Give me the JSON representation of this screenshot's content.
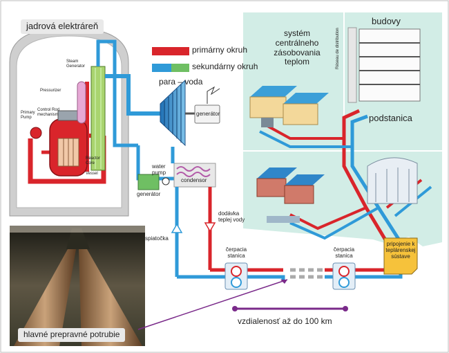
{
  "header_label": "jadrová elektráreň",
  "legend": {
    "primary": {
      "label": "primárny okruh",
      "color": "#d9252b"
    },
    "secondary": {
      "label": "sekundárny okruh",
      "color": "#2f9ad8"
    },
    "steam_water": "para – voda"
  },
  "reactor_labels": {
    "steam_generator": "Steam Generator",
    "pressurizer": "Pressurizer",
    "primary_pump": "Primary Pump",
    "control_rod": "Control Rod mechanism",
    "reactor_core": "Reactor Core",
    "vessel": "Vessel"
  },
  "plant_labels": {
    "generator_top": "generátor",
    "generator_left": "generátor",
    "water_pump": "water pump",
    "condensor": "condensor",
    "return_line": "spiatočka",
    "hot_water_supply": "dodávka teplej vody"
  },
  "district": {
    "system_title": "systém centrálneho zásobovania teplom",
    "buildings": "budovy",
    "substation": "podstanica",
    "reseau_distribution": "Réseau de distribution",
    "heat_connection": "pripojenie k teplárenskej sústave"
  },
  "pumping": {
    "station_left": "čerpacia stanica",
    "station_right": "čerpacia stanica"
  },
  "distance_label": "vzdialenosť až do 100 km",
  "pipeline_photo_caption": "hlavné prepravné potrubie",
  "colors": {
    "primary": "#d9252b",
    "secondary": "#2f9ad8",
    "district_bg": "#d2ede6",
    "header_bg": "#e9e9e9",
    "connection_box": "#f6c23b",
    "distance_line": "#7a2a8a"
  }
}
